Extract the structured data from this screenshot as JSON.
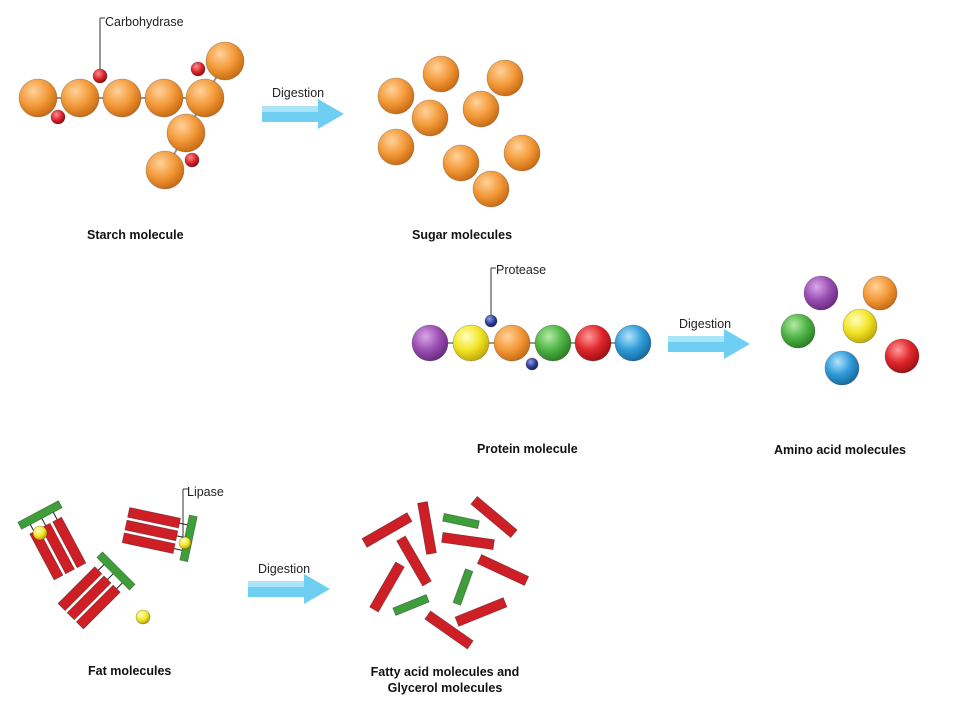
{
  "colors": {
    "orange": "#f39a3a",
    "purple": "#9b4fb3",
    "yellow": "#f2e526",
    "green": "#4fb446",
    "red": "#e0262b",
    "blue": "#2f9bd8",
    "enzyme_red": "#d9222a",
    "enzyme_blue": "#2f3f99",
    "chain_red": "#cf1f26",
    "chain_green": "#3e9e3a",
    "arrow": "#6ecff2",
    "link": "#9a9a9a"
  },
  "starch": {
    "enzyme_label": "Carbohydrase",
    "arrow_label": "Digestion",
    "caption": "Starch molecule",
    "product_caption": "Sugar molecules"
  },
  "protein": {
    "enzyme_label": "Protease",
    "arrow_label": "Digestion",
    "caption": "Protein molecule",
    "product_caption": "Amino acid molecules",
    "chain_colors": [
      "purple",
      "yellow",
      "orange",
      "green",
      "red",
      "blue"
    ],
    "product_colors": [
      "purple",
      "orange",
      "green",
      "yellow",
      "red",
      "blue"
    ]
  },
  "fat": {
    "enzyme_label": "Lipase",
    "arrow_label": "Digestion",
    "caption": "Fat molecules",
    "product_caption_line1": "Fatty acid molecules and",
    "product_caption_line2": "Glycerol molecules"
  }
}
